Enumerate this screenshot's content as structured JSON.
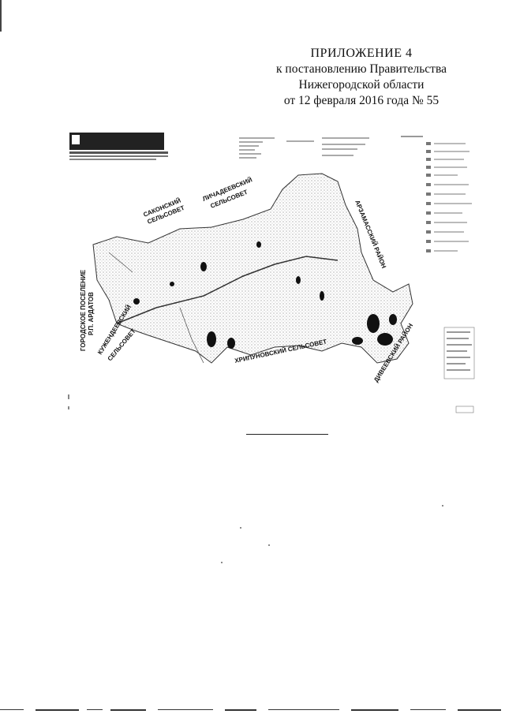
{
  "header": {
    "line1": "ПРИЛОЖЕНИЕ 4",
    "line2": "к постановлению Правительства",
    "line3": "Нижегородской области",
    "line4": "от 12 февраля 2016 года № 55"
  },
  "map": {
    "labels": {
      "sakonsky": [
        "САКОНСКИЙ",
        "СЕЛЬСОВЕТ"
      ],
      "lichadeevsky": [
        "ЛИЧАДЕЕВСКИЙ",
        "СЕЛЬСОВЕТ"
      ],
      "arzamassky": "АРЗАМАССКИЙ РАЙОН",
      "gorodskoe": [
        "ГОРОДСКОЕ ПОСЕЛЕНИЕ",
        "Р.П. АРДАТОВ"
      ],
      "kuzhendeevsky": [
        "КУЖЕНДЕЕВСКИЙ",
        "СЕЛЬСОВЕТ"
      ],
      "khripunovsky": "ХРИПУНОВСКИЙ СЕЛЬСОВЕТ",
      "diveevsky": "ДИВЕЕВСКИЙ РАЙОН"
    }
  }
}
